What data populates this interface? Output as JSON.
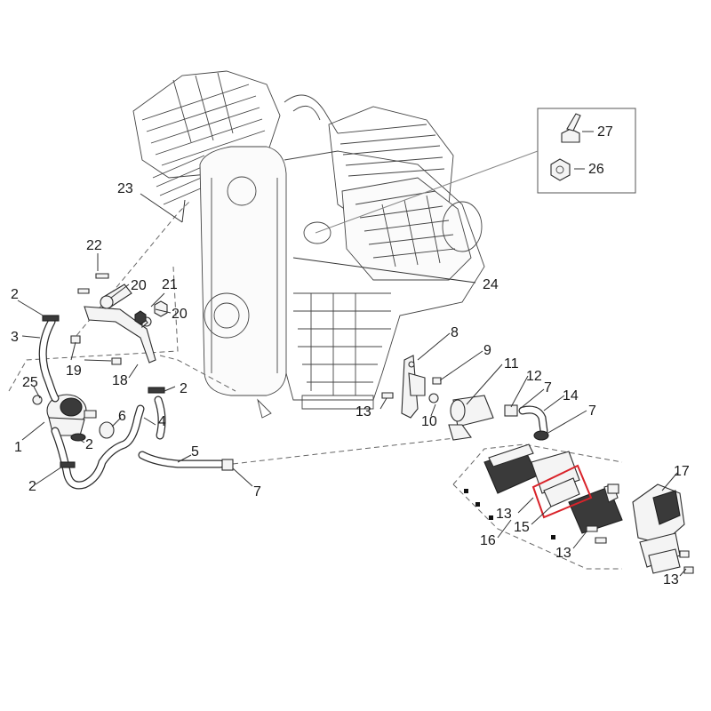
{
  "callouts": {
    "l1": "1",
    "l2a": "2",
    "l2b": "2",
    "l2c": "2",
    "l2d": "2",
    "l3": "3",
    "l4": "4",
    "l5": "5",
    "l6": "6",
    "l7a": "7",
    "l7b": "7",
    "l7c": "7",
    "l8": "8",
    "l9": "9",
    "l10": "10",
    "l11": "11",
    "l12": "12",
    "l13a": "13",
    "l13b": "13",
    "l13c": "13",
    "l13d": "13",
    "l14": "14",
    "l15": "15",
    "l16": "16",
    "l17": "17",
    "l18": "18",
    "l19": "19",
    "l20a": "20",
    "l20b": "20",
    "l21": "21",
    "l22": "22",
    "l23": "23",
    "l24": "24",
    "l25": "25",
    "l26": "26",
    "l27": "27"
  },
  "colors": {
    "highlight": "#d9232a",
    "line": "#333333"
  }
}
